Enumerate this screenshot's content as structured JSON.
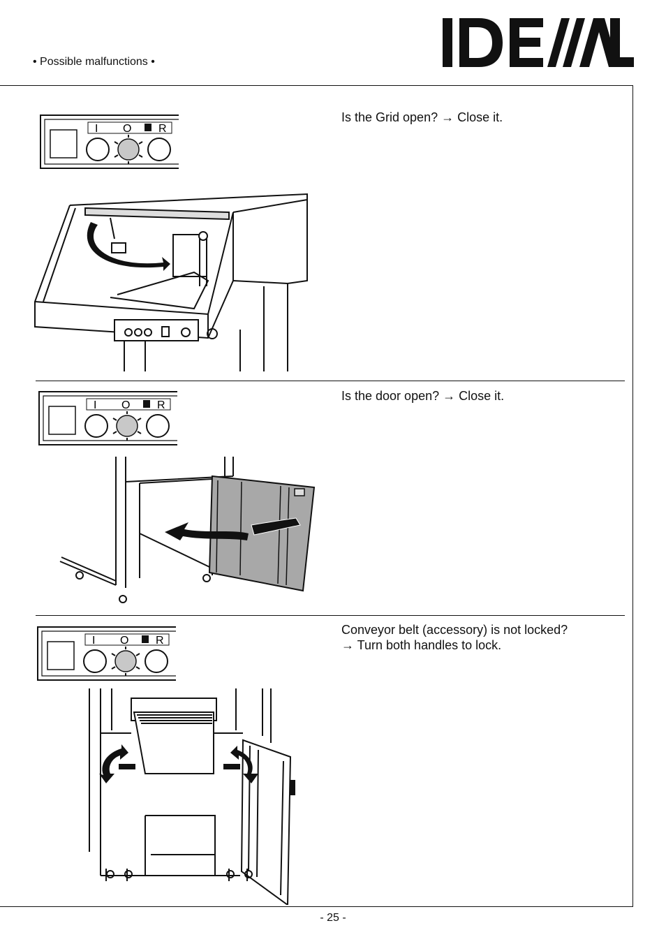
{
  "header": {
    "section_title": "• Possible malfunctions •",
    "logo_text": "IDEAL"
  },
  "steps": [
    {
      "text": "Is the Grid open? → Close it.",
      "illustration": "shredder-top-grid-open"
    },
    {
      "text": "Is the door open? → Close it.",
      "illustration": "shredder-door-open"
    },
    {
      "text_line1": "Conveyor belt (accessory) is not locked?",
      "text_line2": "→ Turn both handles to lock.",
      "illustration": "conveyor-belt-handles"
    }
  ],
  "control_panel": {
    "symbols": [
      "I",
      "O",
      "R"
    ],
    "icons": [
      "power-on-icon",
      "power-off-icon",
      "bin-full-icon",
      "reverse-icon"
    ],
    "blinking_indicator": "O"
  },
  "footer": {
    "page_number": "- 25 -"
  }
}
